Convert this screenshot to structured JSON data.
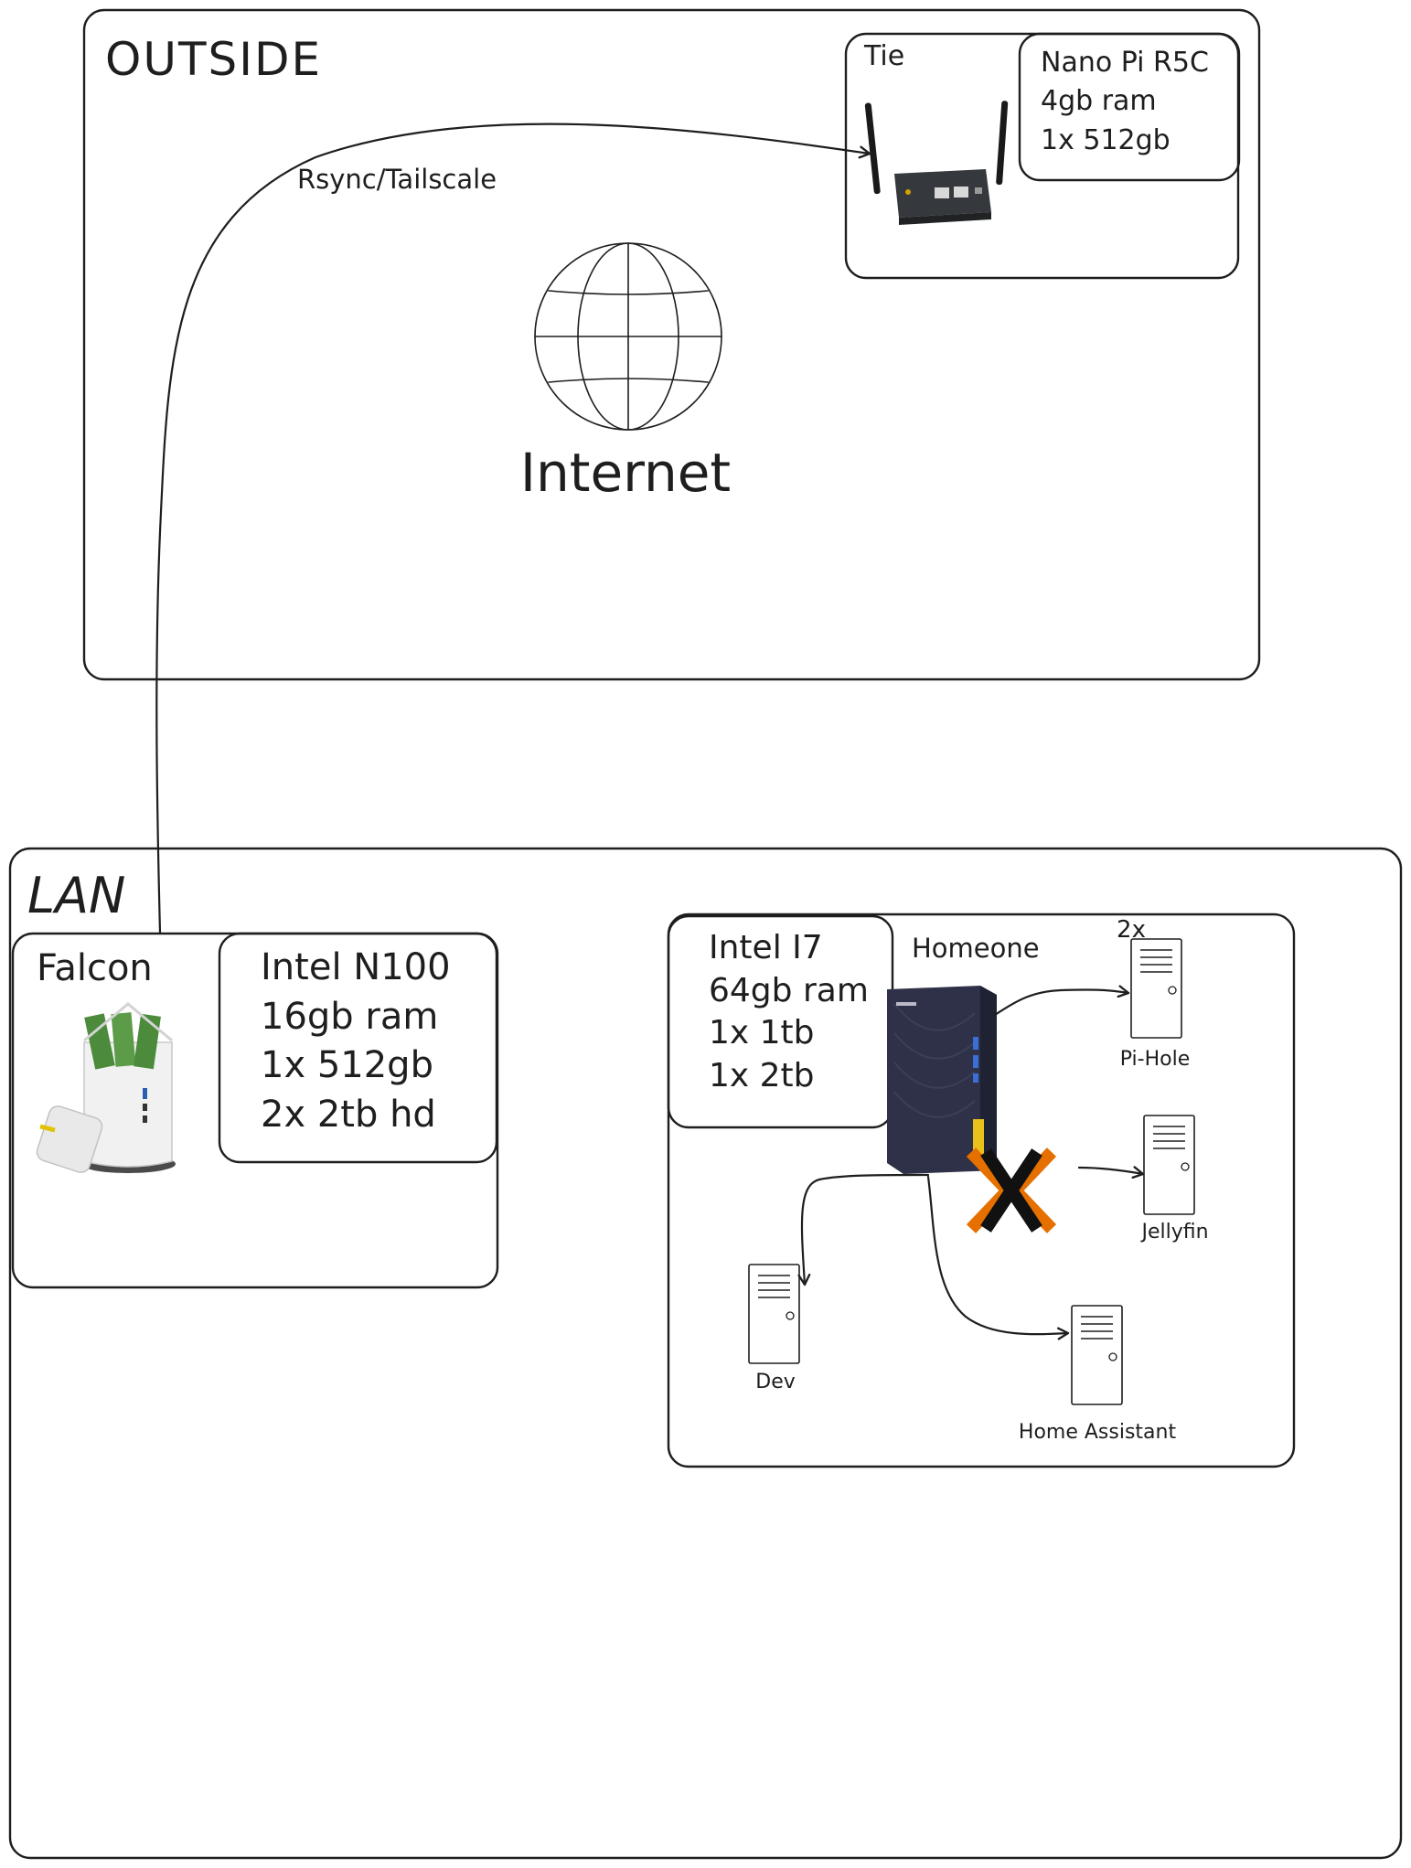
{
  "outside": {
    "title": "OUTSIDE",
    "link_label": "Rsync/Tailscale",
    "internet_label": "Internet",
    "tie": {
      "title": "Tie",
      "specs": [
        "Nano Pi R5C",
        "4gb ram",
        "1x 512gb"
      ]
    }
  },
  "lan": {
    "title": "LAN",
    "falcon": {
      "title": "Falcon",
      "specs": [
        "Intel N100",
        "16gb ram",
        "1x 512gb",
        "2x 2tb hd"
      ]
    },
    "homeone": {
      "title": "Homeone",
      "specs": [
        "Intel I7",
        "64gb ram",
        "1x 1tb",
        "1x 2tb"
      ],
      "services": {
        "pihole": "Pi-Hole",
        "pihole_count": "2x",
        "jellyfin": "Jellyfin",
        "dev": "Dev",
        "home_assistant": "Home Assistant"
      }
    }
  },
  "colors": {
    "stroke": "#1e1e1e",
    "proxmox_orange": "#e57000",
    "server_body": "#2e3147",
    "accent_yellow": "#e8c21a",
    "falcon_green": "#4c8a3c"
  }
}
